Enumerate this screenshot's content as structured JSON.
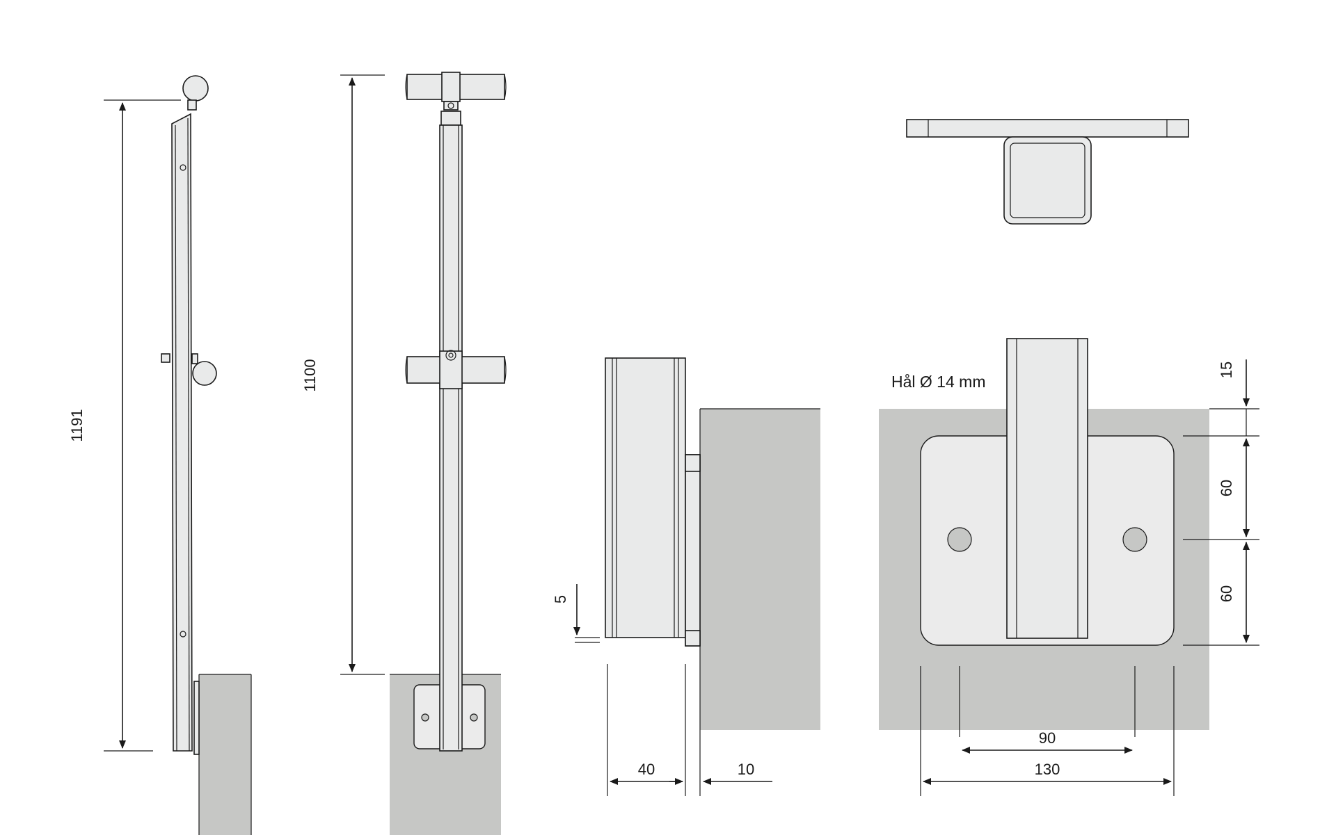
{
  "colors": {
    "line": "#1a1a1a",
    "concrete": "#c6c7c5",
    "steel": "#e9eaea",
    "background": "#ffffff"
  },
  "views": {
    "side_view": {
      "height_dimension": "1191"
    },
    "front_view": {
      "height_dimension": "1100"
    },
    "mount_section": {
      "gap_dimension": "5",
      "profile_width_dimension": "40",
      "plate_thickness_dimension": "10"
    },
    "base_plate": {
      "hole_note": "Hål Ø 14 mm",
      "top_offset_dimension": "15",
      "upper_spacing_dimension": "60",
      "lower_spacing_dimension": "60",
      "hole_spacing_dimension": "90",
      "plate_width_dimension": "130"
    }
  }
}
